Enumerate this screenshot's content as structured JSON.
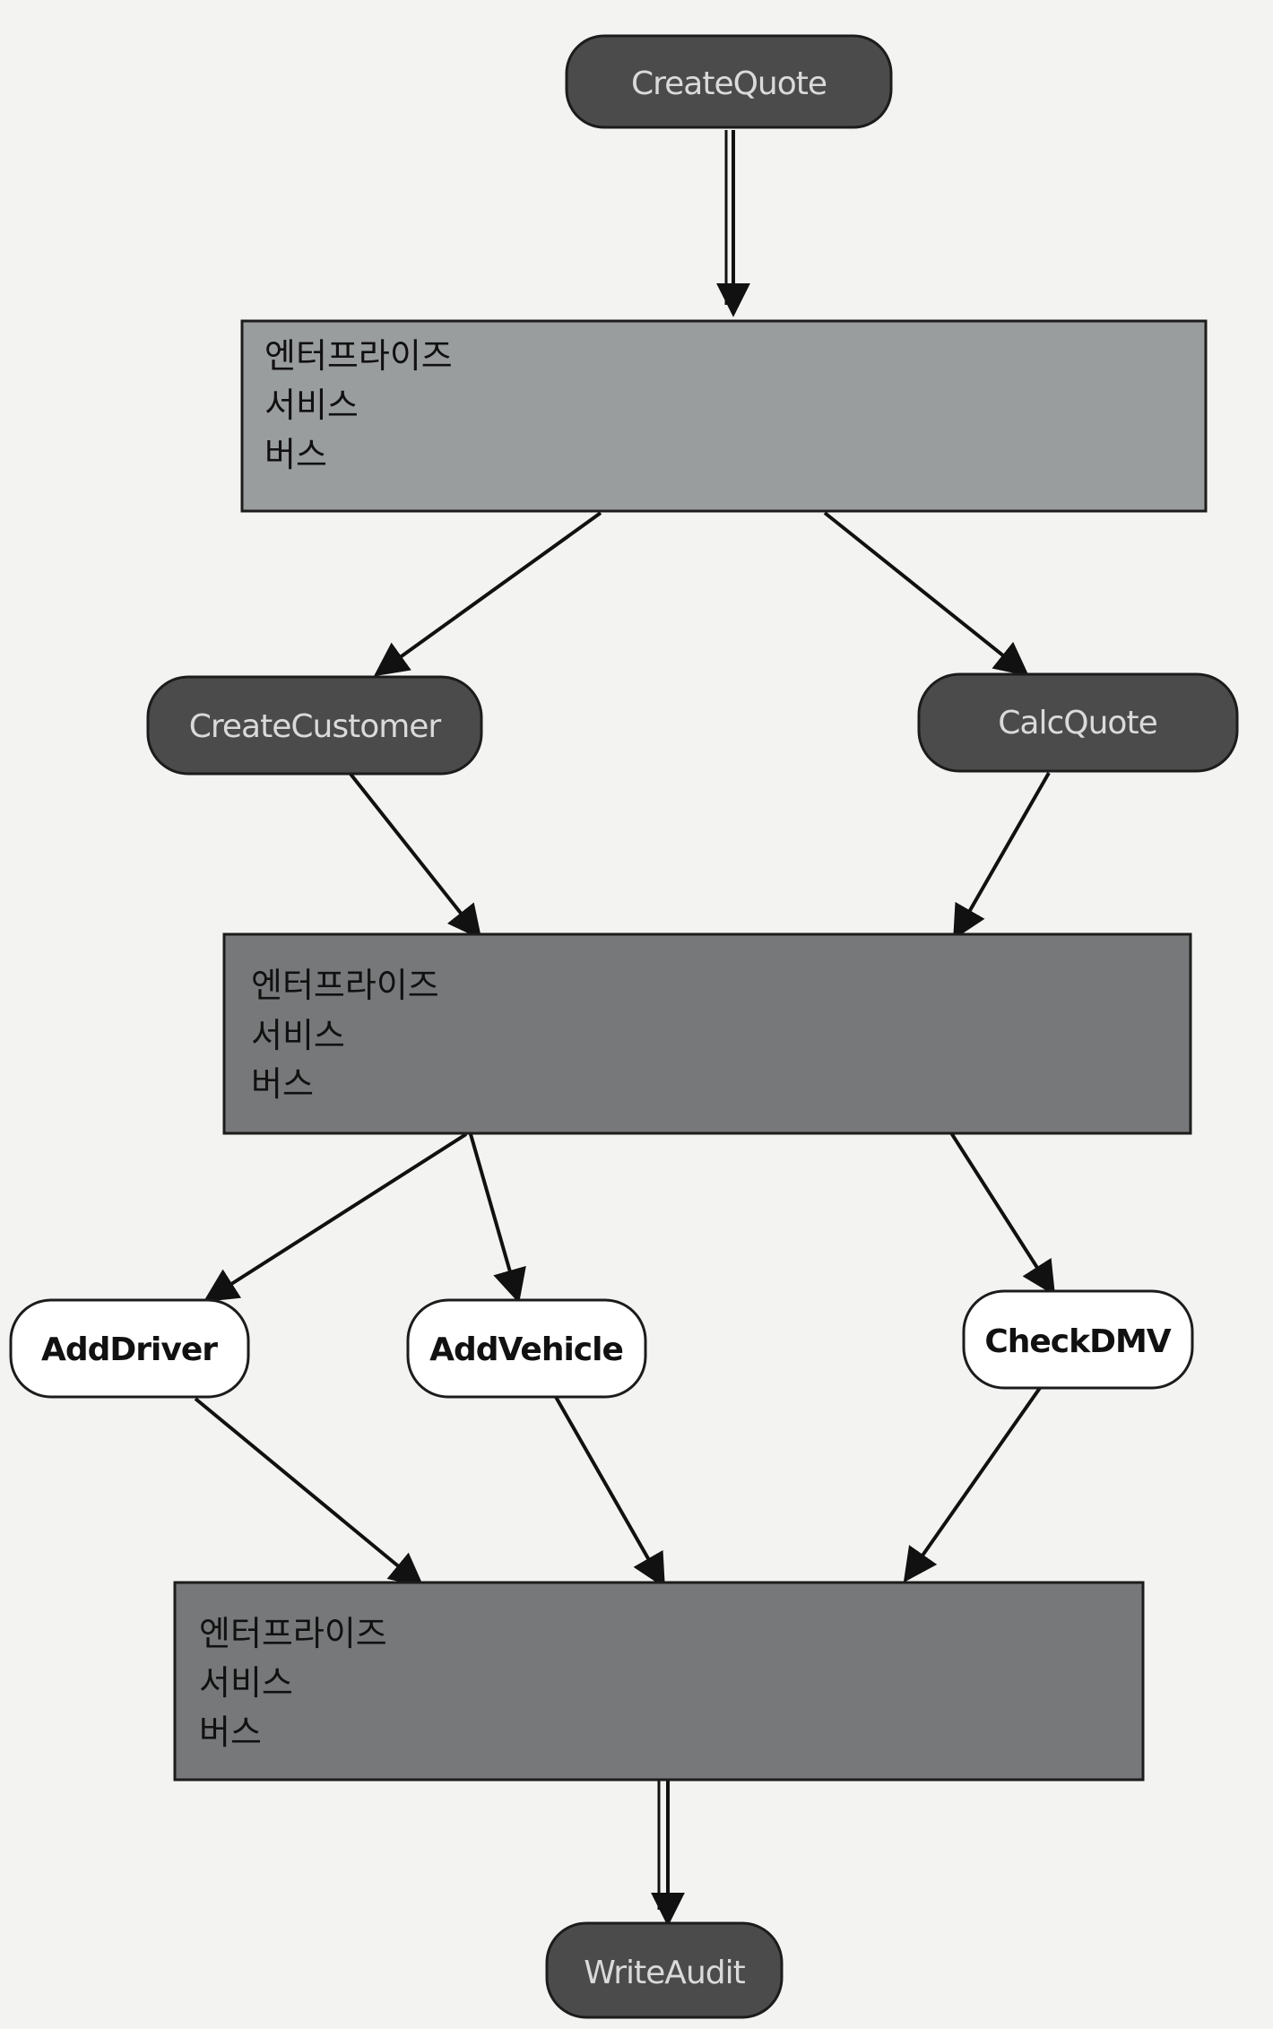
{
  "diagram": {
    "nodes": {
      "create_quote": "CreateQuote",
      "create_customer": "CreateCustomer",
      "calc_quote": "CalcQuote",
      "add_driver": "AddDriver",
      "add_vehicle": "AddVehicle",
      "check_dmv": "CheckDMV",
      "write_audit": "WriteAudit"
    },
    "buses": [
      {
        "lines": [
          "엔터프라이즈",
          "서비스",
          "버스"
        ]
      },
      {
        "lines": [
          "엔터프라이즈",
          "서비스",
          "버스"
        ]
      },
      {
        "lines": [
          "엔터프라이즈",
          "서비스",
          "버스"
        ]
      }
    ],
    "colors": {
      "dark_node": "#4b4b4b",
      "light_node": "#ffffff",
      "bus_1": "#9a9d9e",
      "bus_2_3": "#777879"
    }
  }
}
